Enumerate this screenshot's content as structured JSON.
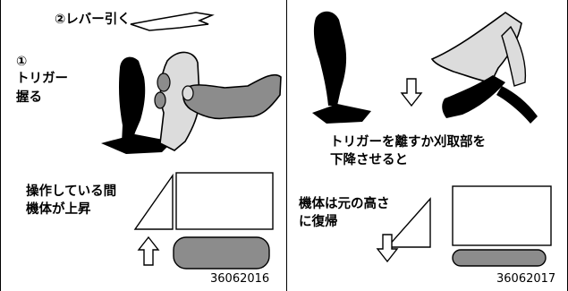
{
  "panels": [
    {
      "lever_label": "②レバー引く",
      "trigger_step": "①",
      "trigger_lines": [
        "トリガー",
        "握る"
      ],
      "caption_lines": [
        "操作している間",
        "機体が上昇"
      ],
      "figure_code": "36062016"
    },
    {
      "caption_top_lines": [
        "トリガーを離すか刈取部を",
        "下降させると"
      ],
      "caption_lines": [
        "機体は元の高さ",
        "に復帰"
      ],
      "figure_code": "36062017"
    }
  ]
}
